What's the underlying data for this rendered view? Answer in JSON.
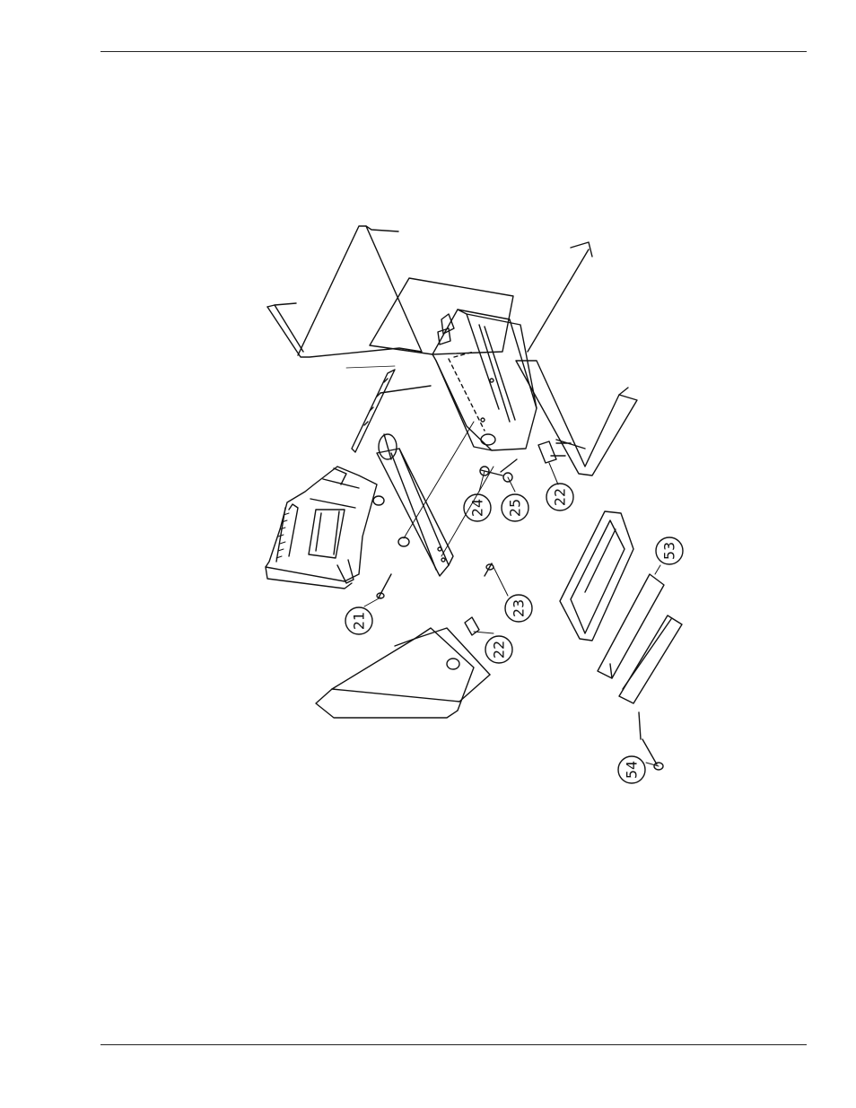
{
  "figure": {
    "callouts": [
      {
        "id": "c21",
        "label": "21",
        "part": "screw"
      },
      {
        "id": "c22a",
        "label": "22",
        "part": "clamp-bracket"
      },
      {
        "id": "c22b",
        "label": "22",
        "part": "clamp-bracket"
      },
      {
        "id": "c23",
        "label": "23",
        "part": "screw"
      },
      {
        "id": "c24",
        "label": "24",
        "part": "screw"
      },
      {
        "id": "c25",
        "label": "25",
        "part": "washer"
      },
      {
        "id": "c53",
        "label": "53",
        "part": "bracket-plate"
      },
      {
        "id": "c54",
        "label": "54",
        "part": "long-screw"
      }
    ],
    "line_color": "#111111"
  }
}
